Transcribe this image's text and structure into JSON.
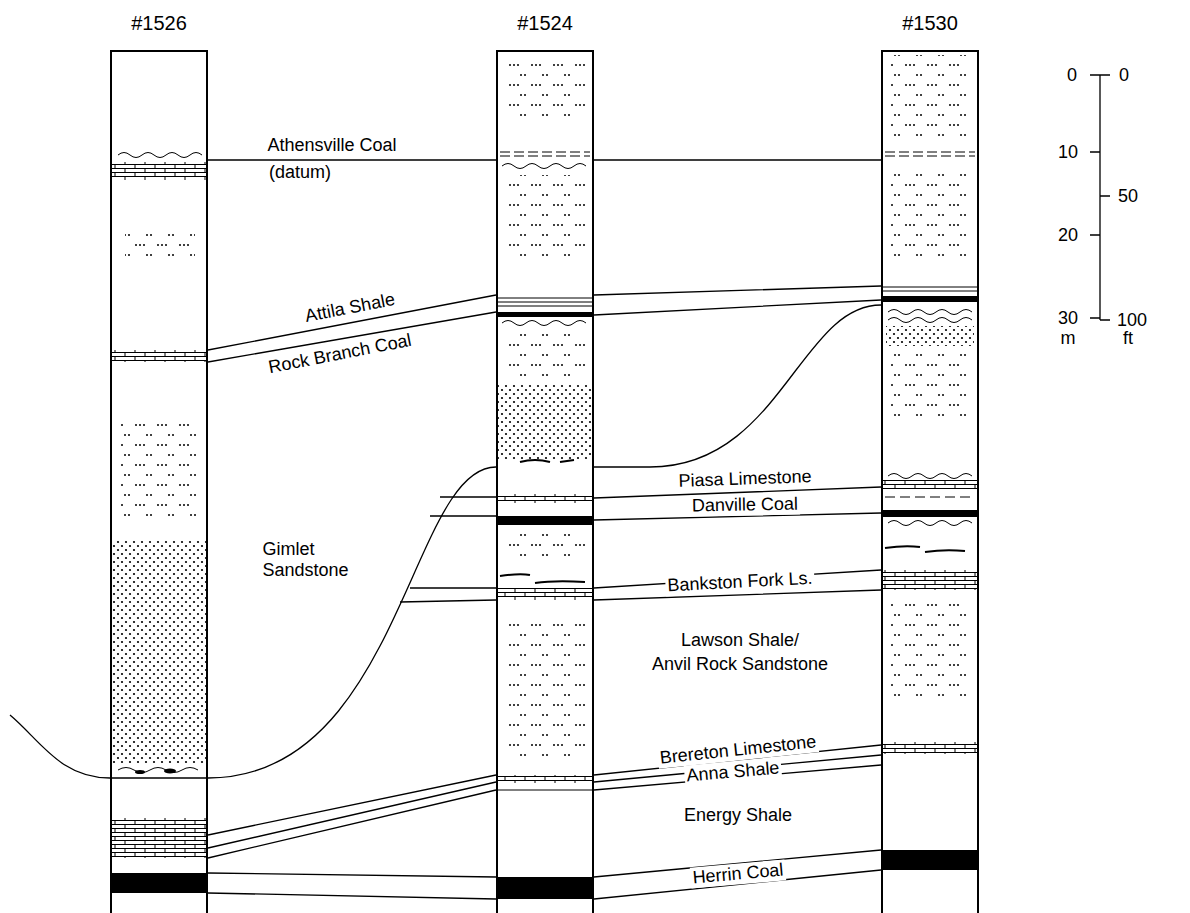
{
  "diagram": {
    "nodes": [
      {
        "text": [
          "#1526"
        ]
      },
      {
        "text": [
          "#1524"
        ]
      },
      {
        "text": [
          "#1530"
        ]
      }
    ],
    "labels": [
      "Athensville Coal",
      "(datum)",
      "Attila Shale",
      "Rock Branch Coal",
      "Gimlet Sandstone",
      "Piasa Limestone",
      "Danville Coal",
      "Bankston Fork Ls.",
      "Lawson Shale/",
      "Anvil Rock Sandstone",
      "Brereton Limestone",
      "Anna Shale",
      "Energy Shale",
      "Herrin Coal",
      "0",
      "0",
      "10",
      "50",
      "20",
      "30",
      "100",
      "m",
      "ft"
    ]
  }
}
